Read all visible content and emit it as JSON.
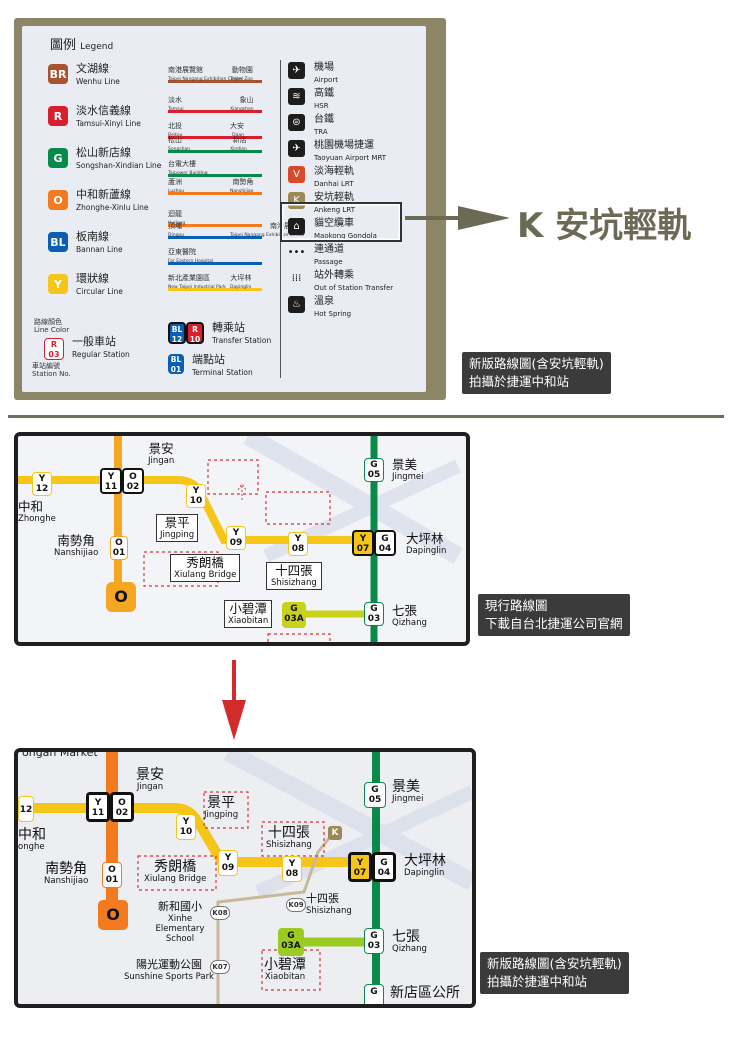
{
  "legend": {
    "title_zh": "圖例",
    "title_en": "Legend",
    "lines": [
      {
        "code": "BR",
        "zh": "文湖線",
        "en": "Wenhu Line",
        "color": "#a8522f"
      },
      {
        "code": "R",
        "zh": "淡水信義線",
        "en": "Tamsui-Xinyi Line",
        "color": "#d71f2e"
      },
      {
        "code": "G",
        "zh": "松山新店線",
        "en": "Songshan-Xindian Line",
        "color": "#0a8a4a"
      },
      {
        "code": "O",
        "zh": "中和新蘆線",
        "en": "Zhonghe-Xinlu Line",
        "color": "#f27a1f"
      },
      {
        "code": "BL",
        "zh": "板南線",
        "en": "Bannan Line",
        "color": "#0a5fb4"
      },
      {
        "code": "Y",
        "zh": "環狀線",
        "en": "Circular Line",
        "color": "#f5c518"
      }
    ],
    "line_samples": [
      {
        "a_zh": "南港展覽館",
        "a_en": "Taipei Nangang Exhibition Center",
        "b_zh": "動物園",
        "b_en": "Taipei Zoo"
      },
      {
        "a_zh": "淡水",
        "a_en": "Tamsui",
        "b_zh": "象山",
        "b_en": "Xiangshan"
      },
      {
        "a_zh": "北投",
        "a_en": "Beitou",
        "b_zh": "大安",
        "b_en": "Daan"
      },
      {
        "a_zh": "松山",
        "a_en": "Songshan",
        "b_zh": "新店",
        "b_en": "Xindian"
      },
      {
        "a_zh": "台電大樓",
        "a_en": "Taipower Building",
        "b_zh": "",
        "b_en": ""
      },
      {
        "a_zh": "蘆洲",
        "a_en": "Luzhou",
        "b_zh": "南勢角",
        "b_en": "Nanshijiao"
      },
      {
        "a_zh": "迴龍",
        "a_en": "Huilong",
        "b_zh": "",
        "b_en": ""
      },
      {
        "a_zh": "頂埔",
        "a_en": "Dingpu",
        "b_zh": "南港展覽館",
        "b_en": "Taipei Nangang Exhibition Center"
      },
      {
        "a_zh": "亞東醫院",
        "a_en": "Far Eastern Hospital",
        "b_zh": "",
        "b_en": ""
      },
      {
        "a_zh": "新北產業園區",
        "a_en": "New Taipei Industrial Park",
        "b_zh": "大坪林",
        "b_en": "Dapinglin"
      }
    ],
    "station_sample": {
      "color_zh": "路線顏色",
      "color_en": "Line Color",
      "code_top": "R",
      "code_num": "03",
      "num_zh": "車站編號",
      "num_en": "Station No.",
      "name_zh": "一般車站",
      "name_en": "Regular Station"
    },
    "transfer": {
      "zh": "轉乘站",
      "en": "Transfer Station",
      "a_top": "BL",
      "a_num": "12",
      "b_top": "R",
      "b_num": "10"
    },
    "terminal": {
      "zh": "端點站",
      "en": "Terminal Station",
      "top": "BL",
      "num": "01"
    },
    "symbols": [
      {
        "icon": "airplane-icon",
        "glyph": "✈",
        "zh": "機場",
        "en": "Airport"
      },
      {
        "icon": "hsr-icon",
        "glyph": "≋",
        "zh": "高鐵",
        "en": "HSR"
      },
      {
        "icon": "tra-icon",
        "glyph": "⊜",
        "zh": "台鐵",
        "en": "TRA"
      },
      {
        "icon": "airport-mrt-icon",
        "glyph": "✈",
        "zh": "桃園機場捷運",
        "en": "Taoyuan Airport MRT"
      },
      {
        "icon": "danhai-lrt-icon",
        "glyph": "V",
        "zh": "淡海輕軌",
        "en": "Danhai LRT",
        "color": "#d94a2a"
      },
      {
        "icon": "ankeng-lrt-icon",
        "glyph": "K",
        "zh": "安坑輕軌",
        "en": "Ankeng LRT",
        "color": "#9b8a55"
      },
      {
        "icon": "gondola-icon",
        "glyph": "⌂",
        "zh": "貓空纜車",
        "en": "Maokong Gondola"
      },
      {
        "icon": "passage-icon",
        "glyph": "•••",
        "zh": "連通道",
        "en": "Passage"
      },
      {
        "icon": "out-of-station-icon",
        "glyph": "⁞⁞⁞",
        "zh": "站外轉乘",
        "en": "Out of Station Transfer"
      },
      {
        "icon": "hot-spring-icon",
        "glyph": "♨",
        "zh": "溫泉",
        "en": "Hot Spring"
      }
    ]
  },
  "callout": {
    "text": "K 安坑輕軌",
    "color": "#6b6a55"
  },
  "captions": {
    "new_map": [
      "新版路線圖(含安坑輕軌)",
      "拍攝於捷運中和站"
    ],
    "current_map": [
      "現行路線圖",
      "下載自台北捷運公司官網"
    ]
  },
  "map_current": {
    "stations": [
      {
        "zh": "景安",
        "en": "Jingan"
      },
      {
        "zh": "景美",
        "en": "Jingmei"
      },
      {
        "zh": "中和",
        "en": "Zhonghe"
      },
      {
        "zh": "景平",
        "en": "Jingping"
      },
      {
        "zh": "南勢角",
        "en": "Nanshijiao"
      },
      {
        "zh": "秀朗橋",
        "en": "Xiulang Bridge"
      },
      {
        "zh": "十四張",
        "en": "Shisizhang"
      },
      {
        "zh": "大坪林",
        "en": "Dapinglin"
      },
      {
        "zh": "小碧潭",
        "en": "Xiaobitan"
      },
      {
        "zh": "七張",
        "en": "Qizhang"
      }
    ],
    "codes": {
      "y12": "12",
      "y11": "11",
      "o02": "02",
      "y10": "10",
      "y09": "09",
      "y08": "08",
      "y07": "07",
      "g04": "04",
      "g05": "05",
      "o01": "01",
      "g03a": "03A",
      "g03": "03",
      "o_big": "O",
      "Y": "Y",
      "O": "O",
      "G": "G"
    }
  },
  "map_new": {
    "top_text": "ongan Market",
    "stations": [
      {
        "zh": "景安",
        "en": "Jingan"
      },
      {
        "zh": "景美",
        "en": "Jingmei"
      },
      {
        "zh": "景平",
        "en": "Jingping"
      },
      {
        "zh": "中和",
        "en": "onghe"
      },
      {
        "zh": "十四張",
        "en": "Shisizhang"
      },
      {
        "zh": "南勢角",
        "en": "Nanshijiao"
      },
      {
        "zh": "秀朗橋",
        "en": "Xiulang Bridge"
      },
      {
        "zh": "大坪林",
        "en": "Dapinglin"
      },
      {
        "zh": "十四張",
        "en": "Shisizhang"
      },
      {
        "zh": "新和國小",
        "en": "Xinhe Elementary School"
      },
      {
        "zh": "七張",
        "en": "Qizhang"
      },
      {
        "zh": "陽光運動公園",
        "en": "Sunshine Sports Park"
      },
      {
        "zh": "小碧潭",
        "en": "Xiaobitan"
      },
      {
        "zh": "新店區公所",
        "en": ""
      }
    ],
    "codes": {
      "k08": "K08",
      "k09": "K09",
      "k07": "K07",
      "k": "K",
      "y12": "12"
    }
  }
}
